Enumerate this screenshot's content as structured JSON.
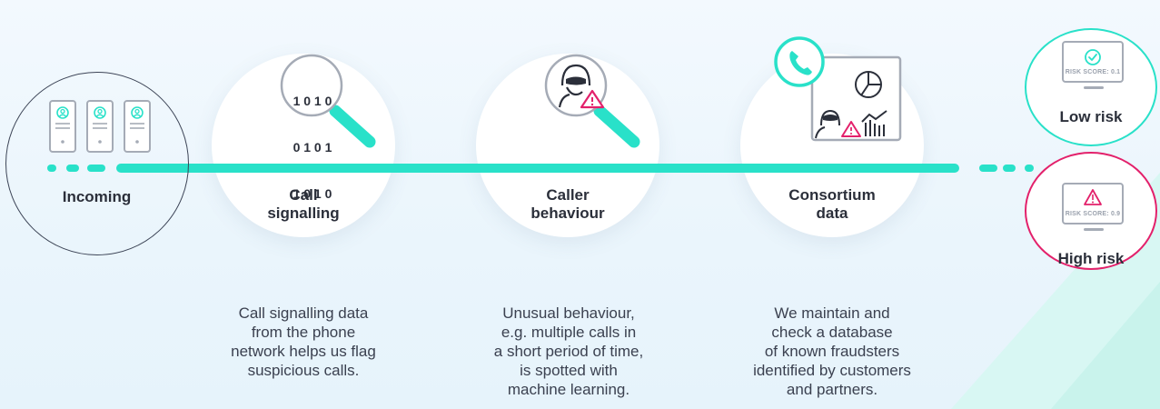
{
  "stages": [
    {
      "label": "Incoming"
    },
    {
      "label_line1": "Call",
      "label_line2": "signalling",
      "description": [
        "Call signalling data",
        "from the phone",
        "network helps us flag",
        "suspicious calls."
      ]
    },
    {
      "label_line1": "Caller",
      "label_line2": "behaviour",
      "description": [
        "Unusual behaviour,",
        "e.g. multiple calls in",
        "a short period of time,",
        "is spotted with",
        "machine learning."
      ]
    },
    {
      "label_line1": "Consortium",
      "label_line2": "data",
      "description": [
        "We maintain and",
        "check a database",
        "of known fraudsters",
        "identified by customers",
        "and partners."
      ]
    }
  ],
  "binary": [
    "1 0 1 0",
    "0 1 0 1",
    "1 0 1 0"
  ],
  "outcomes": {
    "low": {
      "label": "Low risk",
      "score": "RISK SCORE: 0.1"
    },
    "high": {
      "label": "High risk",
      "score": "RISK SCORE: 0.9"
    }
  },
  "colors": {
    "accent": "#29e1c9",
    "danger": "#e3216b",
    "icon_gray": "#a5abb6",
    "text": "#2b2f3a"
  }
}
